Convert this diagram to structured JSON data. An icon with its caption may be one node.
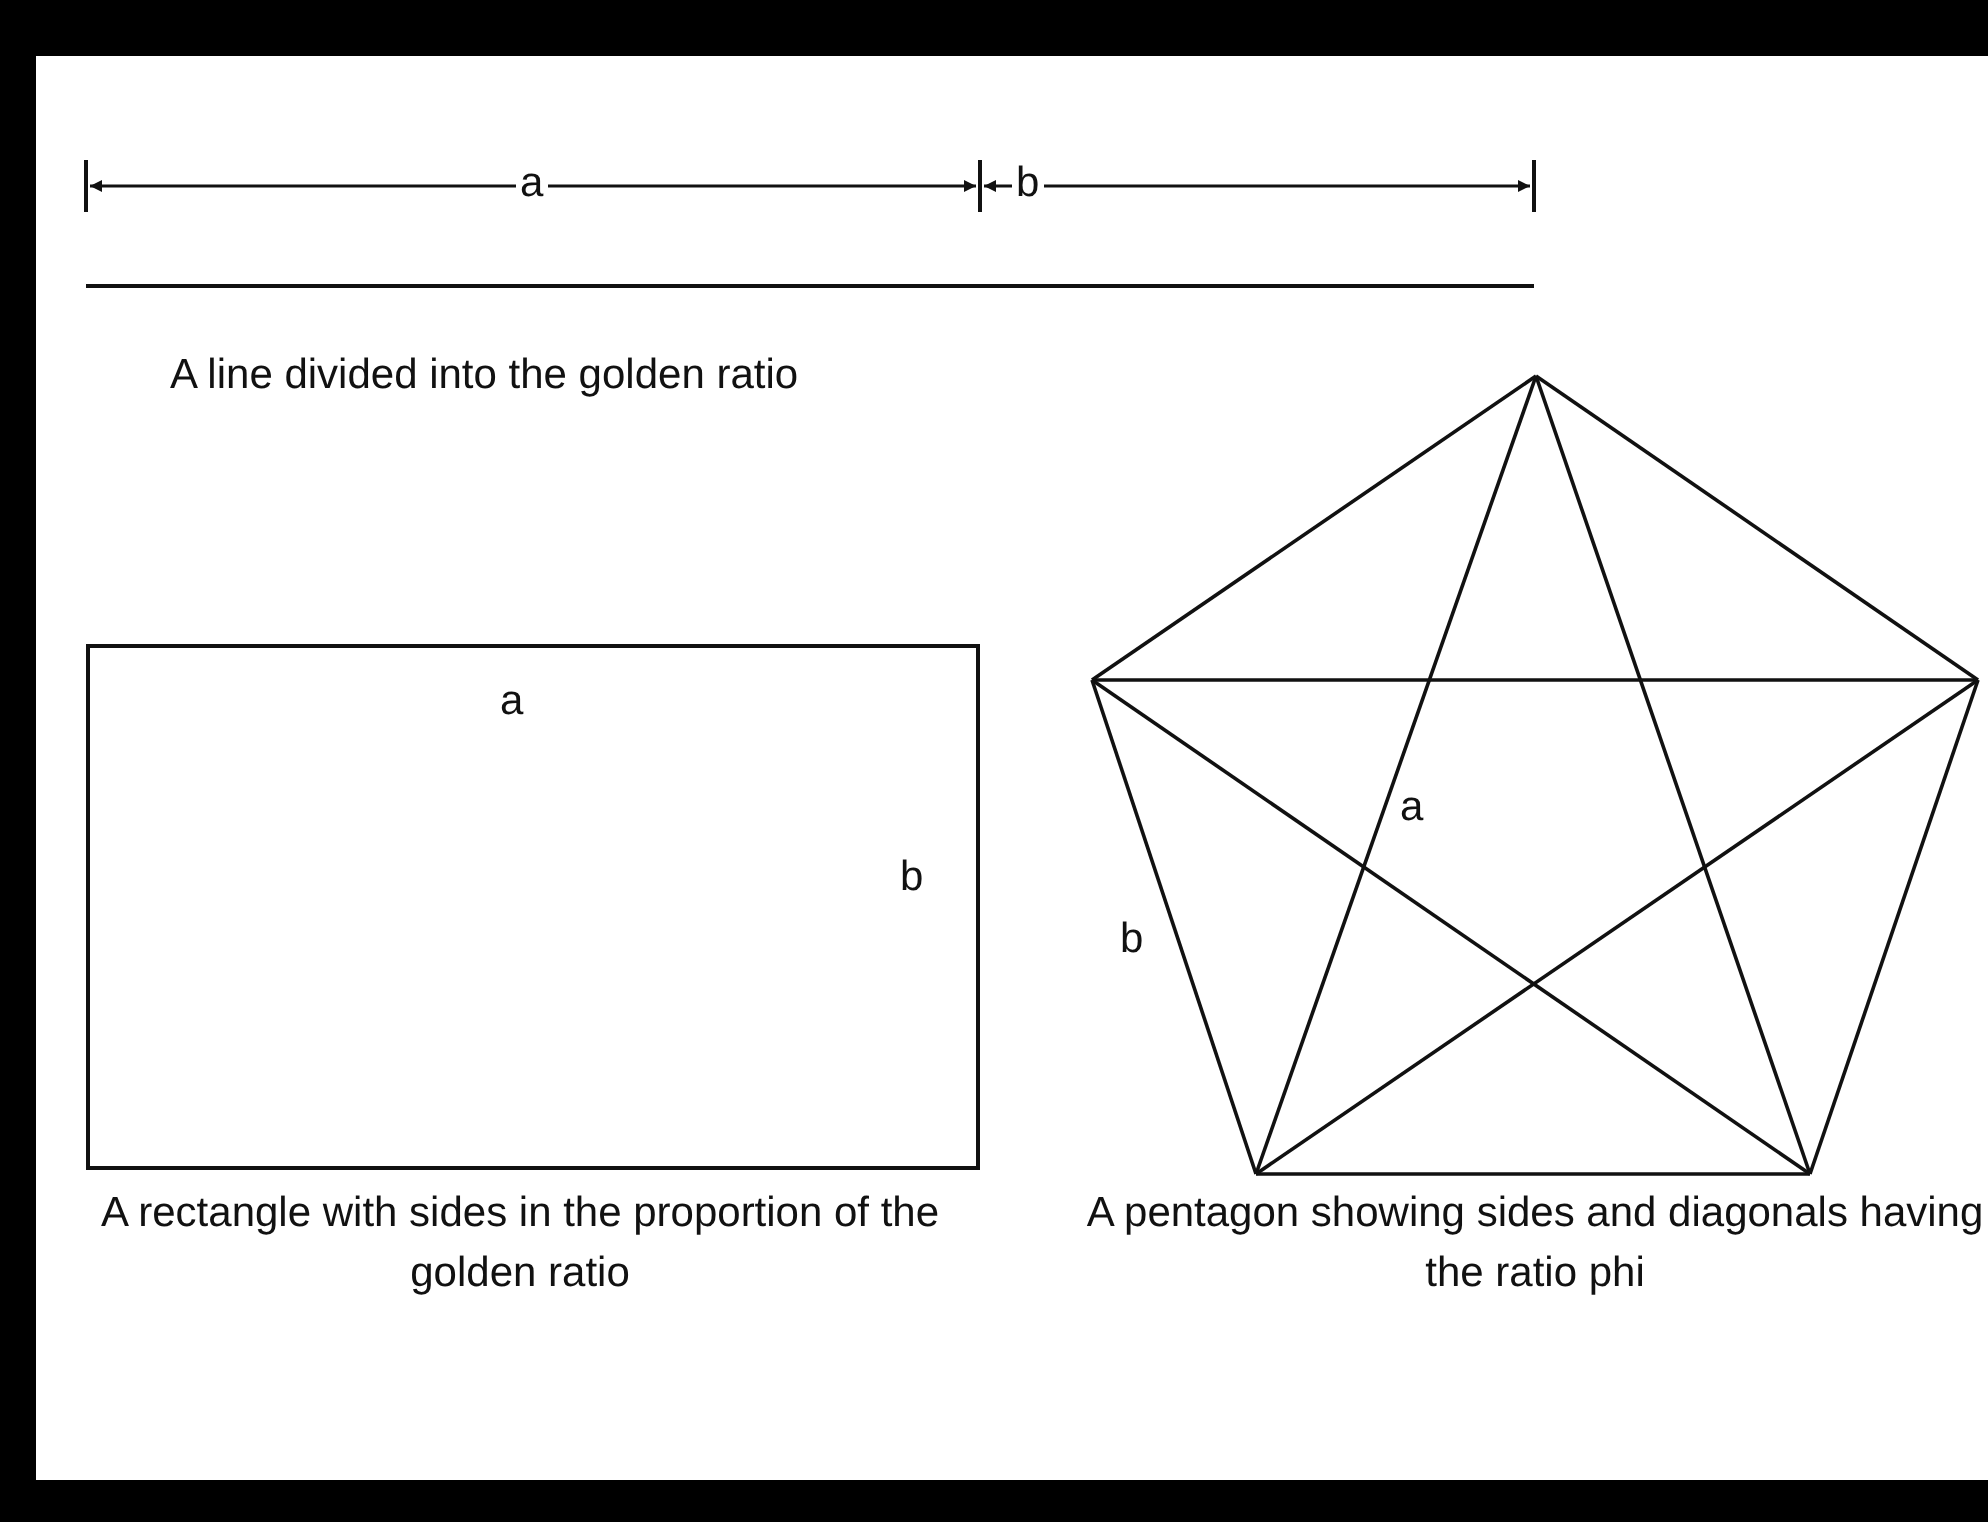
{
  "diagram": {
    "nodes": [
      {
        "text": [
          "a",
          "b"
        ],
        "beside": [
          "A rectangle with sides in the proportion of the golden ratio"
        ]
      },
      {
        "text": [
          "a",
          "b"
        ],
        "beside": [
          "A pentagon showing sides and diagonals having the ratio phi"
        ]
      }
    ],
    "labels": [
      "a",
      "b",
      "A line divided into the golden ratio"
    ]
  }
}
